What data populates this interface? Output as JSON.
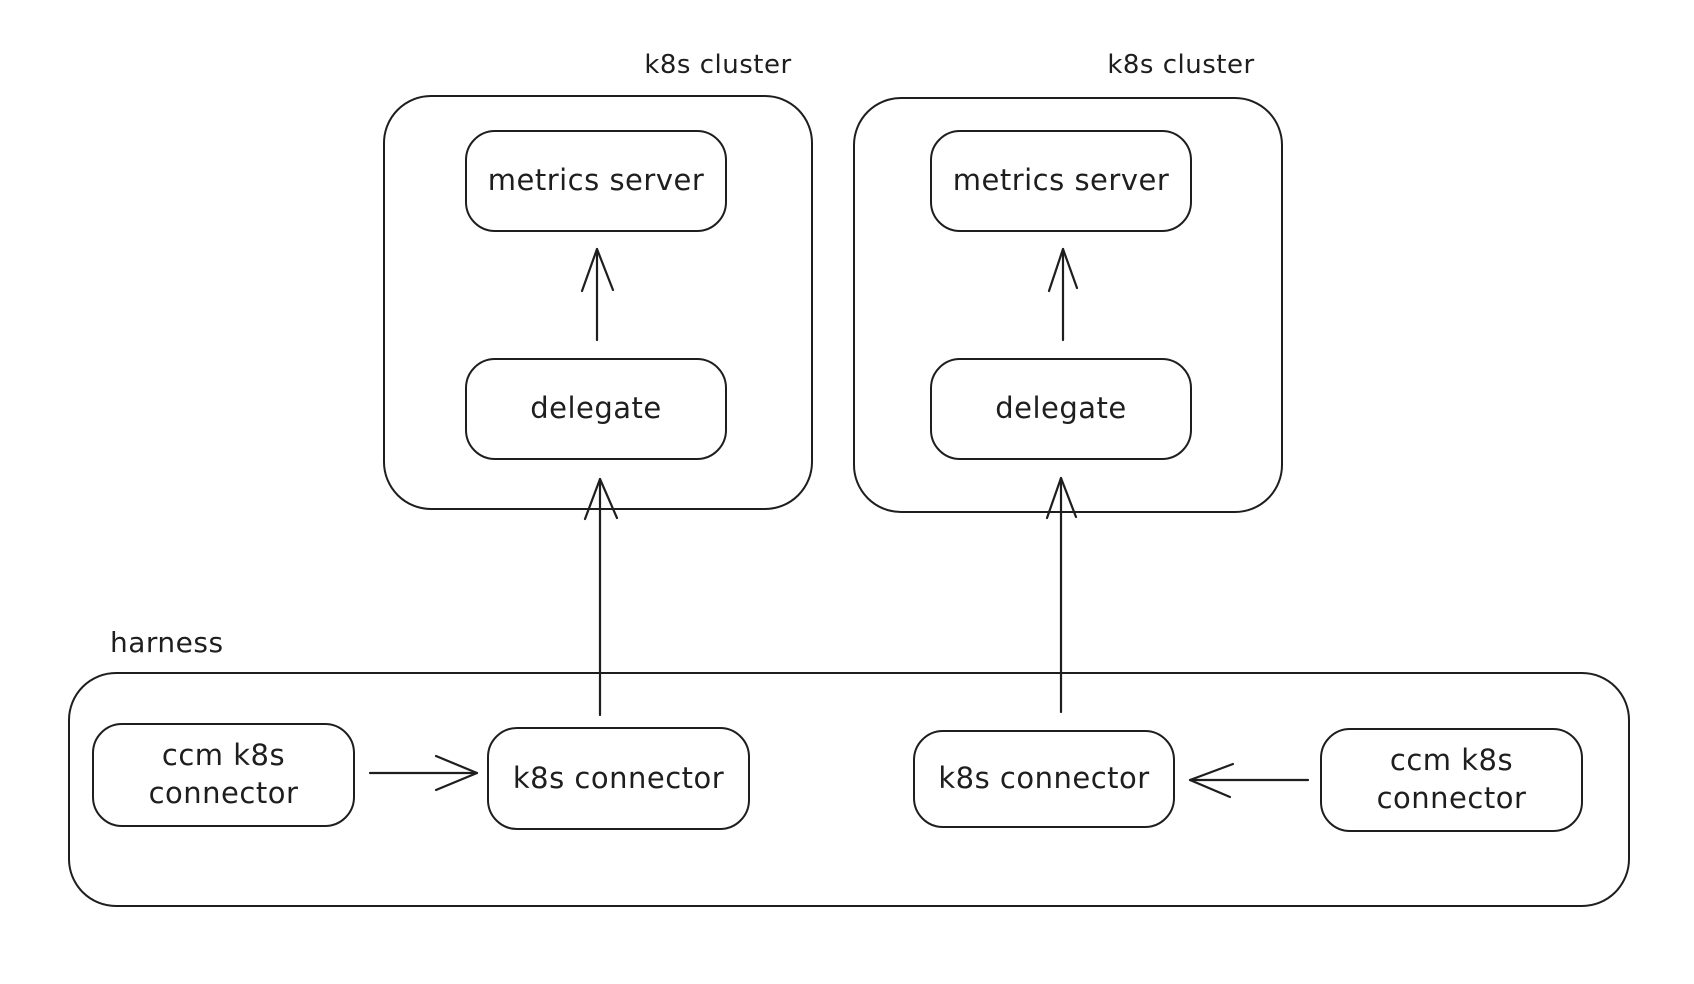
{
  "canvas": {
    "background_color": "#ffffff",
    "stroke_color": "#1e1e1e"
  },
  "clusters": [
    {
      "label": "k8s cluster",
      "metrics_server": "metrics server",
      "delegate": "delegate"
    },
    {
      "label": "k8s cluster",
      "metrics_server": "metrics server",
      "delegate": "delegate"
    }
  ],
  "harness": {
    "label": "harness",
    "connectors": [
      {
        "label": "ccm k8s connector"
      },
      {
        "label": "k8s connector"
      },
      {
        "label": "k8s connector"
      },
      {
        "label": "ccm k8s connector"
      }
    ]
  },
  "edges": [
    {
      "from": "delegate",
      "to": "metrics server",
      "group": "left k8s cluster"
    },
    {
      "from": "delegate",
      "to": "metrics server",
      "group": "right k8s cluster"
    },
    {
      "from": "left k8s connector",
      "to": "left delegate",
      "group": "harness to left k8s cluster"
    },
    {
      "from": "right k8s connector",
      "to": "right delegate",
      "group": "harness to right k8s cluster"
    },
    {
      "from": "left ccm k8s connector",
      "to": "left k8s connector",
      "group": "harness"
    },
    {
      "from": "right ccm k8s connector",
      "to": "right k8s connector",
      "group": "harness"
    }
  ]
}
